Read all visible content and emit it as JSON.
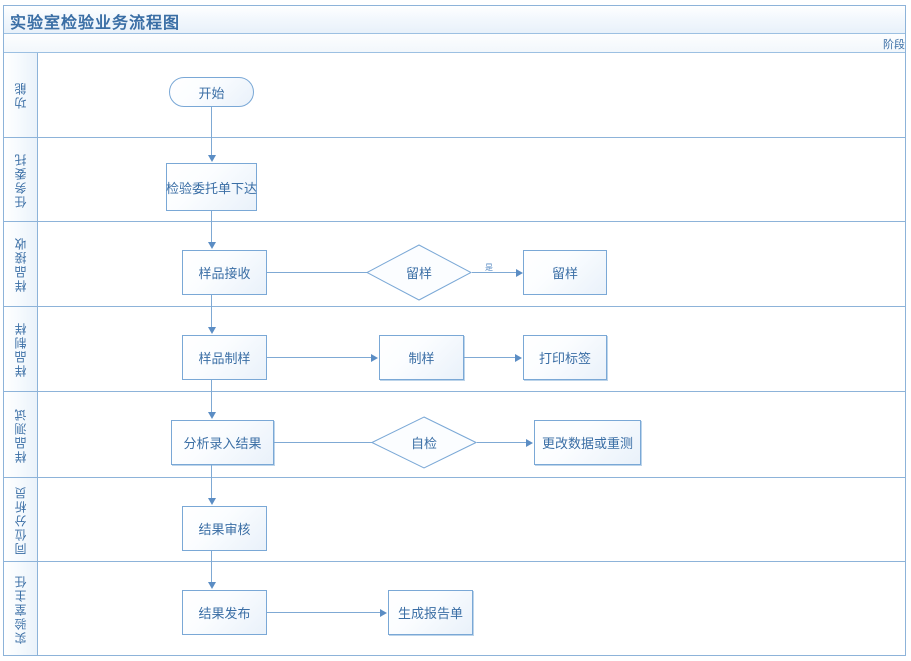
{
  "header": {
    "title": "实验室检验业务流程图",
    "stage_label": "阶段"
  },
  "lanes": [
    {
      "label": "功能"
    },
    {
      "label": "任务委托"
    },
    {
      "label": "样品接收"
    },
    {
      "label": "样品制样"
    },
    {
      "label": "样品测试"
    },
    {
      "label": "同位分析员"
    },
    {
      "label": "实验室主任"
    }
  ],
  "nodes": {
    "start": "开始",
    "dispatch_order": "检验委托单下达",
    "sample_receive": "样品接收",
    "retain_decision": "留样",
    "retain_sample": "留样",
    "sample_prep": "样品制样",
    "prep": "制样",
    "print_label": "打印标签",
    "analyze_input": "分析录入结果",
    "self_check": "自检",
    "modify_or_retest": "更改数据或重测",
    "result_review": "结果审核",
    "result_release": "结果发布",
    "generate_report": "生成报告单"
  },
  "edge_labels": {
    "yes": "是"
  },
  "colors": {
    "line": "#7fa9d4",
    "border": "#8db3d9",
    "text": "#3a6ea5",
    "arrow": "#5b8dc4"
  }
}
